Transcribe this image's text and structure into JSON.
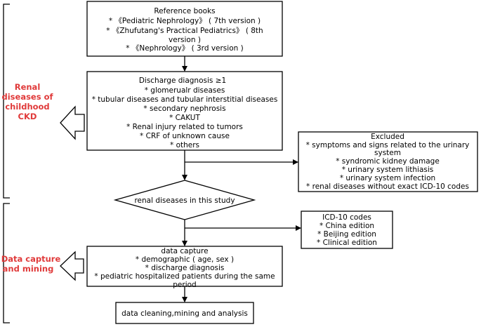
{
  "reference": {
    "lines": [
      "Reference books",
      "* 《Pediatric Nephrology》 ( 7th version )",
      "* 《Zhufutang's Practical Pediatrics》 ( 8th",
      "version )",
      "* 《Nephrology》 ( 3rd version )"
    ]
  },
  "discharge": {
    "lines": [
      "Discharge diagnosis ≥1",
      "* glomerualr diseases",
      "* tubular diseases and tubular interstitial diseases",
      "* secondary nephrosis",
      "* CAKUT",
      "* Renal injury related to tumors",
      "* CRF of unknown cause",
      "* others"
    ]
  },
  "excluded": {
    "lines": [
      "Excluded",
      "* symptoms and signs related to the urinary",
      "system",
      "* syndromic kidney damage",
      "* urinary system lithiasis",
      "* urinary system infection",
      "* renal diseases without exact ICD-10 codes"
    ]
  },
  "decision": {
    "label": "renal diseases in this study"
  },
  "icd": {
    "lines": [
      "ICD-10 codes",
      "* China edition",
      "* Beijing edition",
      "* Clinical edition"
    ]
  },
  "capture": {
    "lines": [
      "data capture",
      "* demographic ( age,  sex )",
      "* discharge diagnosis",
      "* pediatric hospitalized patients during the same",
      "period"
    ]
  },
  "cleaning": {
    "label": "data cleaning,mining and analysis"
  },
  "side_labels": {
    "top": [
      "Renal",
      "diseases of",
      "childhood",
      "CKD"
    ],
    "bottom": [
      "Data capture",
      "and mining"
    ]
  },
  "colors": {
    "accent": "#e03a3a",
    "stroke": "#000000"
  }
}
